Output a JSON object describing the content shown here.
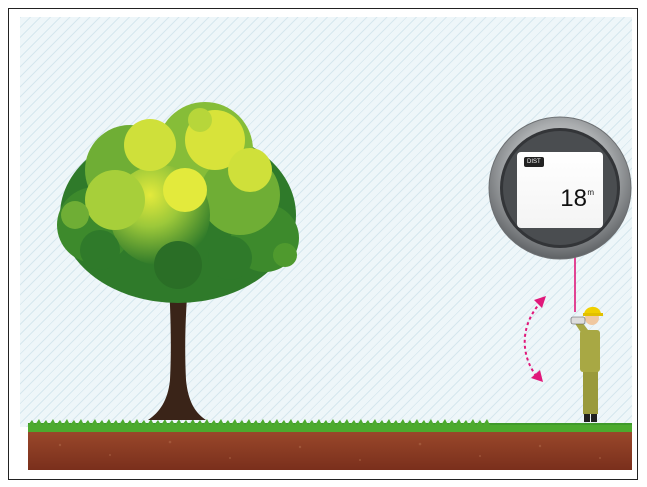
{
  "display": {
    "badge": "DIST",
    "value": "18",
    "unit": "m"
  },
  "colors": {
    "sky_hatch": "#d6e7ee",
    "grass": "#3f9a2a",
    "soil": "#8a3a22",
    "trunk": "#3a2418",
    "foliage_dark": "#2f7a2a",
    "foliage_light": "#d8e33a",
    "pointer": "#e0187a",
    "bezel": "#8a8d90"
  },
  "icons": [
    "tree-icon",
    "surveyor-figure-icon",
    "rangefinder-display-icon",
    "tilt-arrow-icon"
  ]
}
